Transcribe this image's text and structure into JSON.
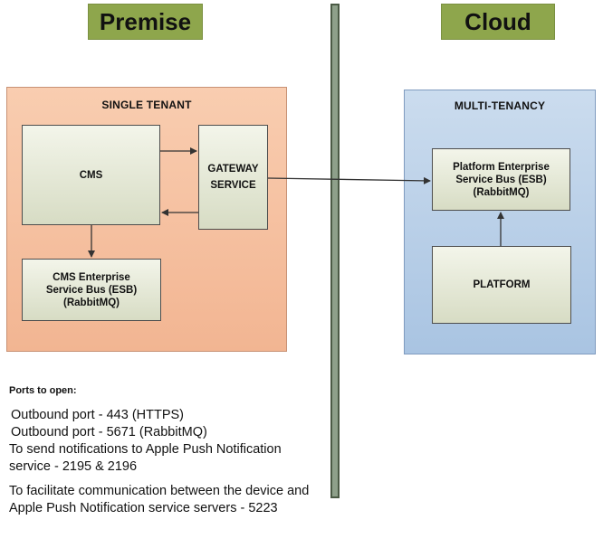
{
  "headers": {
    "premise": "Premise",
    "cloud": "Cloud"
  },
  "premise_zone": {
    "title": "SINGLE TENANT",
    "cms": "CMS",
    "gateway": "GATEWAY SERVICE",
    "cms_esb": "CMS Enterprise Service Bus (ESB) (RabbitMQ)"
  },
  "cloud_zone": {
    "title": "MULTI-TENANCY",
    "platform_esb": "Platform Enterprise Service Bus (ESB) (RabbitMQ)",
    "platform": "PLATFORM"
  },
  "notes": {
    "heading": "Ports to open:",
    "lines": [
      "Outbound port - 443 (HTTPS)",
      "Outbound port - 5671 (RabbitMQ)",
      "To send notifications to Apple Push Notification service - 2195 & 2196",
      "To facilitate communication between the device and Apple Push Notification service servers - 5223"
    ]
  }
}
